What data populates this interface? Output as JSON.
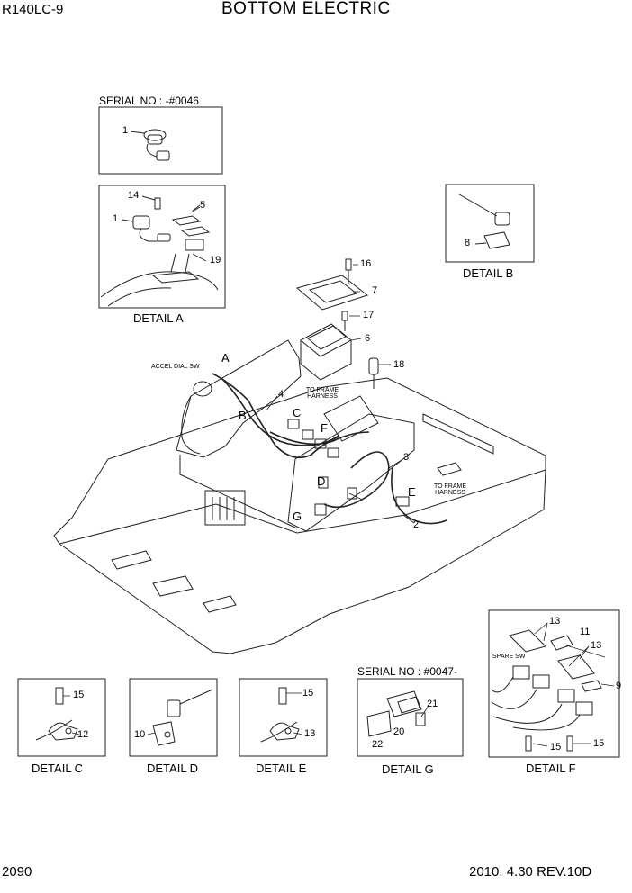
{
  "header": {
    "model": "R140LC-9",
    "title": "BOTTOM ELECTRIC"
  },
  "footer": {
    "page": "2090",
    "revision": "2010. 4.30  REV.10D"
  },
  "serials": {
    "top": "SERIAL NO : -#0046",
    "bottom": "SERIAL NO : #0047-"
  },
  "details": {
    "a": "DETAIL A",
    "b": "DETAIL B",
    "c": "DETAIL C",
    "d": "DETAIL D",
    "e": "DETAIL E",
    "f": "DETAIL F",
    "g": "DETAIL G"
  },
  "callouts": {
    "accel_dial_sw": "ACCEL DIAL SW",
    "to_frame_harness": "TO FRAME HARNESS",
    "spare_sw": "SPARE SW"
  },
  "letters": {
    "a": "A",
    "b": "B",
    "c": "C",
    "d": "D",
    "e": "E",
    "f": "F",
    "g": "G"
  },
  "parts": {
    "p1": "1",
    "p2": "2",
    "p3": "3",
    "p4": "4",
    "p5": "5",
    "p6": "6",
    "p7": "7",
    "p8": "8",
    "p9": "9",
    "p10": "10",
    "p11": "11",
    "p12": "12",
    "p13": "13",
    "p14": "14",
    "p15": "15",
    "p16": "16",
    "p17": "17",
    "p18": "18",
    "p19": "19",
    "p20": "20",
    "p21": "21",
    "p22": "22"
  }
}
